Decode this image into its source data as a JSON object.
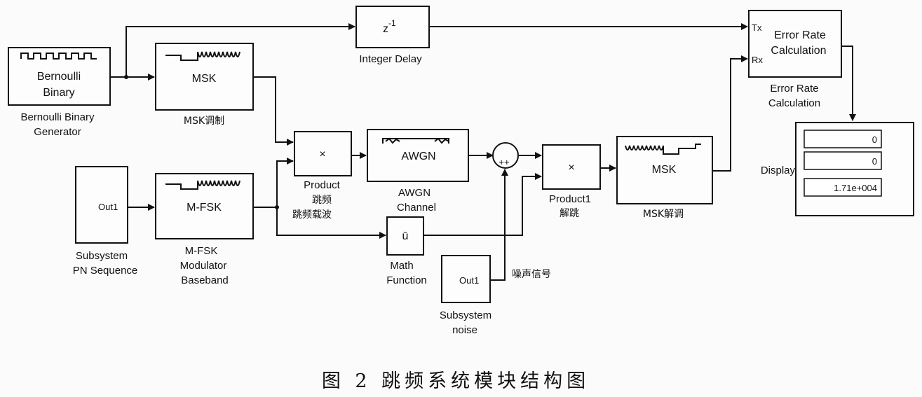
{
  "blocks": {
    "bernoulli": {
      "inner": [
        "Bernoulli",
        "Binary"
      ],
      "label": [
        "Bernoulli Binary",
        "Generator"
      ]
    },
    "msk_mod": {
      "inner": "MSK",
      "label": "MSK调制"
    },
    "integer_delay": {
      "inner_base": "z",
      "inner_sup": "-1",
      "label": "Integer Delay"
    },
    "error_rate": {
      "port_tx": "Tx",
      "port_rx": "Rx",
      "inner": [
        "Error Rate",
        "Calculation"
      ],
      "label": [
        "Error Rate",
        "Calculation"
      ]
    },
    "pn_sequence": {
      "port": "Out1",
      "label": [
        "Subsystem",
        "PN Sequence"
      ]
    },
    "mfsk": {
      "inner": "M-FSK",
      "label": [
        "M-FSK",
        "Modulator",
        "Baseband"
      ]
    },
    "product": {
      "symbol": "×",
      "label": [
        "Product",
        "跳频",
        "跳频载波"
      ]
    },
    "awgn": {
      "inner": "AWGN",
      "label": [
        "AWGN",
        "Channel"
      ]
    },
    "sum": {
      "signs": "++"
    },
    "product1": {
      "symbol": "×",
      "label": [
        "Product1",
        "解跳"
      ]
    },
    "msk_demod": {
      "inner": "MSK",
      "label": "MSK解调"
    },
    "math_function": {
      "inner": "ū",
      "label": [
        "Math",
        "Function"
      ]
    },
    "noise": {
      "port": "Out1",
      "label": [
        "Subsystem",
        "noise"
      ],
      "signal_label": "噪声信号"
    },
    "display": {
      "label": "Display",
      "values": [
        "0",
        "0",
        "1.71e+004"
      ]
    }
  },
  "caption": "图 2  跳频系统模块结构图"
}
